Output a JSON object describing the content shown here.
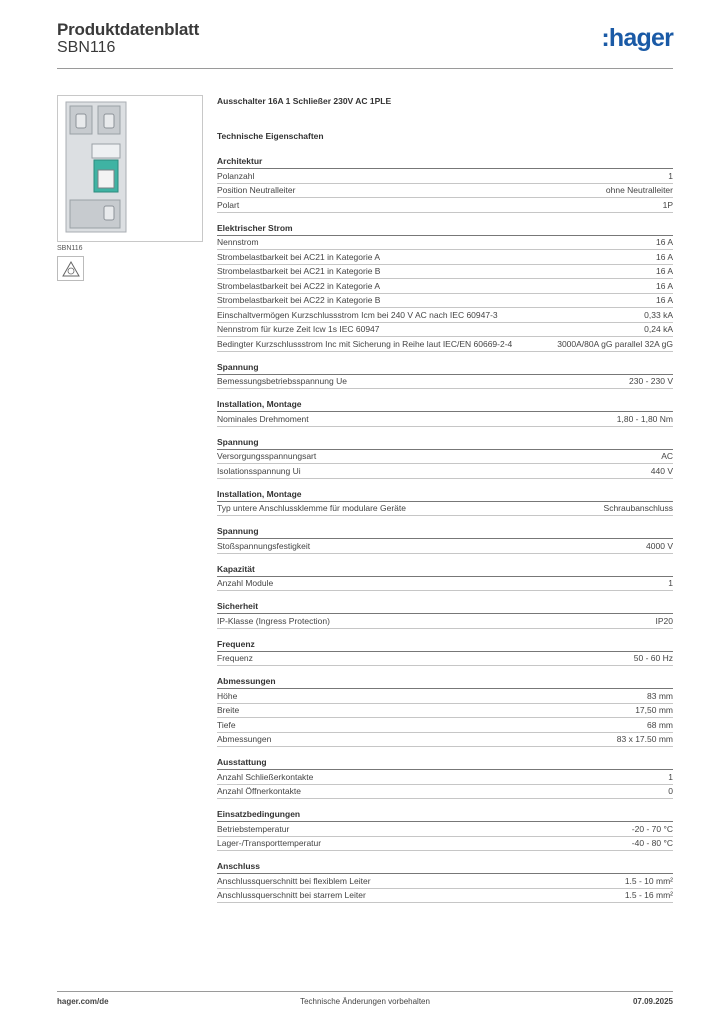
{
  "header": {
    "title": "Produktdatenblatt",
    "subtitle": "SBN116",
    "brand": ":hager"
  },
  "product": {
    "image_caption": "SBN116",
    "name": "Ausschalter 16A 1 Schließer 230V AC 1PLE",
    "tech_title": "Technische Eigenschaften"
  },
  "sections": [
    {
      "title": "Architektur",
      "rows": [
        {
          "label": "Polanzahl",
          "value": "1"
        },
        {
          "label": "Position Neutralleiter",
          "value": "ohne Neutralleiter"
        },
        {
          "label": "Polart",
          "value": "1P"
        }
      ]
    },
    {
      "title": "Elektrischer Strom",
      "rows": [
        {
          "label": "Nennstrom",
          "value": "16 A"
        },
        {
          "label": "Strombelastbarkeit bei AC21 in Kategorie A",
          "value": "16 A"
        },
        {
          "label": "Strombelastbarkeit bei AC21 in Kategorie B",
          "value": "16 A"
        },
        {
          "label": "Strombelastbarkeit bei AC22 in Kategorie A",
          "value": "16 A"
        },
        {
          "label": "Strombelastbarkeit bei AC22 in Kategorie B",
          "value": "16 A"
        },
        {
          "label": "Einschaltvermögen Kurzschlussstrom Icm bei 240 V AC nach IEC 60947-3",
          "value": "0,33 kA"
        },
        {
          "label": "Nennstrom für kurze Zeit Icw 1s IEC 60947",
          "value": "0,24 kA"
        },
        {
          "label": "Bedingter Kurzschlussstrom Inc mit Sicherung in Reihe laut IEC/EN 60669-2-4",
          "value": "3000A/80A gG parallel 32A gG"
        }
      ]
    },
    {
      "title": "Spannung",
      "rows": [
        {
          "label": "Bemessungsbetriebsspannung Ue",
          "value": "230 - 230 V"
        }
      ]
    },
    {
      "title": "Installation, Montage",
      "rows": [
        {
          "label": "Nominales Drehmoment",
          "value": "1,80 - 1,80 Nm"
        }
      ]
    },
    {
      "title": "Spannung",
      "rows": [
        {
          "label": "Versorgungsspannungsart",
          "value": "AC"
        },
        {
          "label": "Isolationsspannung Ui",
          "value": "440 V"
        }
      ]
    },
    {
      "title": "Installation, Montage",
      "rows": [
        {
          "label": "Typ untere Anschlussklemme für modulare Geräte",
          "value": "Schraubanschluss"
        }
      ]
    },
    {
      "title": "Spannung",
      "rows": [
        {
          "label": "Stoßspannungsfestigkeit",
          "value": "4000 V"
        }
      ]
    },
    {
      "title": "Kapazität",
      "rows": [
        {
          "label": "Anzahl Module",
          "value": "1"
        }
      ]
    },
    {
      "title": "Sicherheit",
      "rows": [
        {
          "label": "IP-Klasse (Ingress Protection)",
          "value": "IP20"
        }
      ]
    },
    {
      "title": "Frequenz",
      "rows": [
        {
          "label": "Frequenz",
          "value": "50 - 60 Hz"
        }
      ]
    },
    {
      "title": "Abmessungen",
      "rows": [
        {
          "label": "Höhe",
          "value": "83 mm"
        },
        {
          "label": "Breite",
          "value": "17,50 mm"
        },
        {
          "label": "Tiefe",
          "value": "68 mm"
        },
        {
          "label": "Abmessungen",
          "value": "83 x 17.50 mm"
        }
      ]
    },
    {
      "title": "Ausstattung",
      "rows": [
        {
          "label": "Anzahl Schließerkontakte",
          "value": "1"
        },
        {
          "label": "Anzahl Öffnerkontakte",
          "value": "0"
        }
      ]
    },
    {
      "title": "Einsatzbedingungen",
      "rows": [
        {
          "label": "Betriebstemperatur",
          "value": "-20 - 70 °C"
        },
        {
          "label": "Lager-/Transporttemperatur",
          "value": "-40 - 80 °C"
        }
      ]
    },
    {
      "title": "Anschluss",
      "rows": [
        {
          "label": "Anschlussquerschnitt bei flexiblem Leiter",
          "value": "1.5 - 10 mm²"
        },
        {
          "label": "Anschlussquerschnitt bei starrem Leiter",
          "value": "1.5 - 16 mm²"
        }
      ]
    }
  ],
  "footer": {
    "left": "hager.com/de",
    "center": "Technische Änderungen vorbehalten",
    "right": "07.09.2025"
  }
}
